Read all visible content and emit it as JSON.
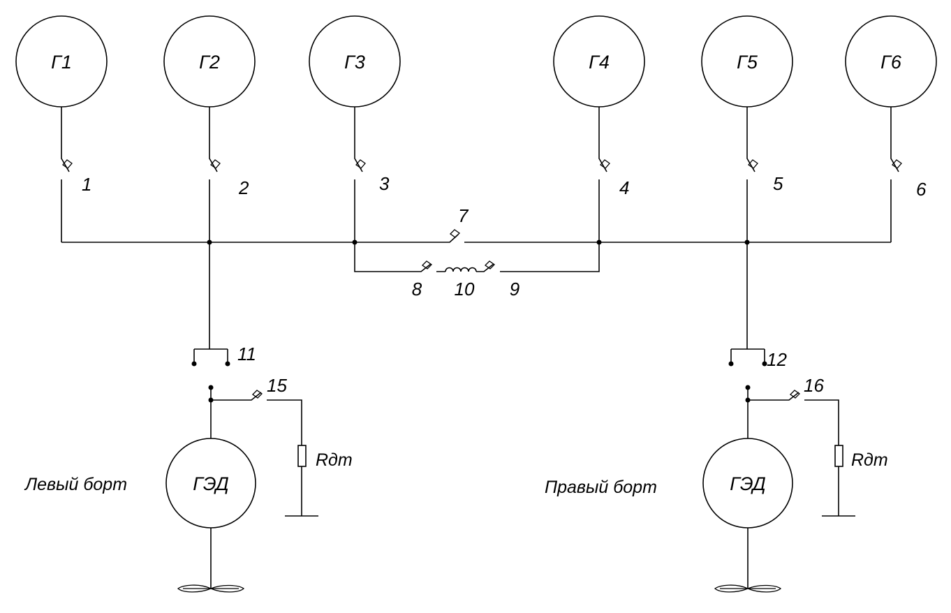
{
  "generators": [
    {
      "id": "g1",
      "label": "Г1"
    },
    {
      "id": "g2",
      "label": "Г2"
    },
    {
      "id": "g3",
      "label": "Г3"
    },
    {
      "id": "g4",
      "label": "Г4"
    },
    {
      "id": "g5",
      "label": "Г5"
    },
    {
      "id": "g6",
      "label": "Г6"
    }
  ],
  "breakers": {
    "b1": "1",
    "b2": "2",
    "b3": "3",
    "b4": "4",
    "b5": "5",
    "b6": "6",
    "b7": "7",
    "b8": "8",
    "b9": "9",
    "reactor": "10",
    "b11": "11",
    "b12": "12",
    "b15": "15",
    "b16": "16"
  },
  "left_side": {
    "label": "Левый борт",
    "motor": "ГЭД",
    "resistor": "Rдт"
  },
  "right_side": {
    "label": "Правый борт",
    "motor": "ГЭД",
    "resistor": "Rдт"
  }
}
